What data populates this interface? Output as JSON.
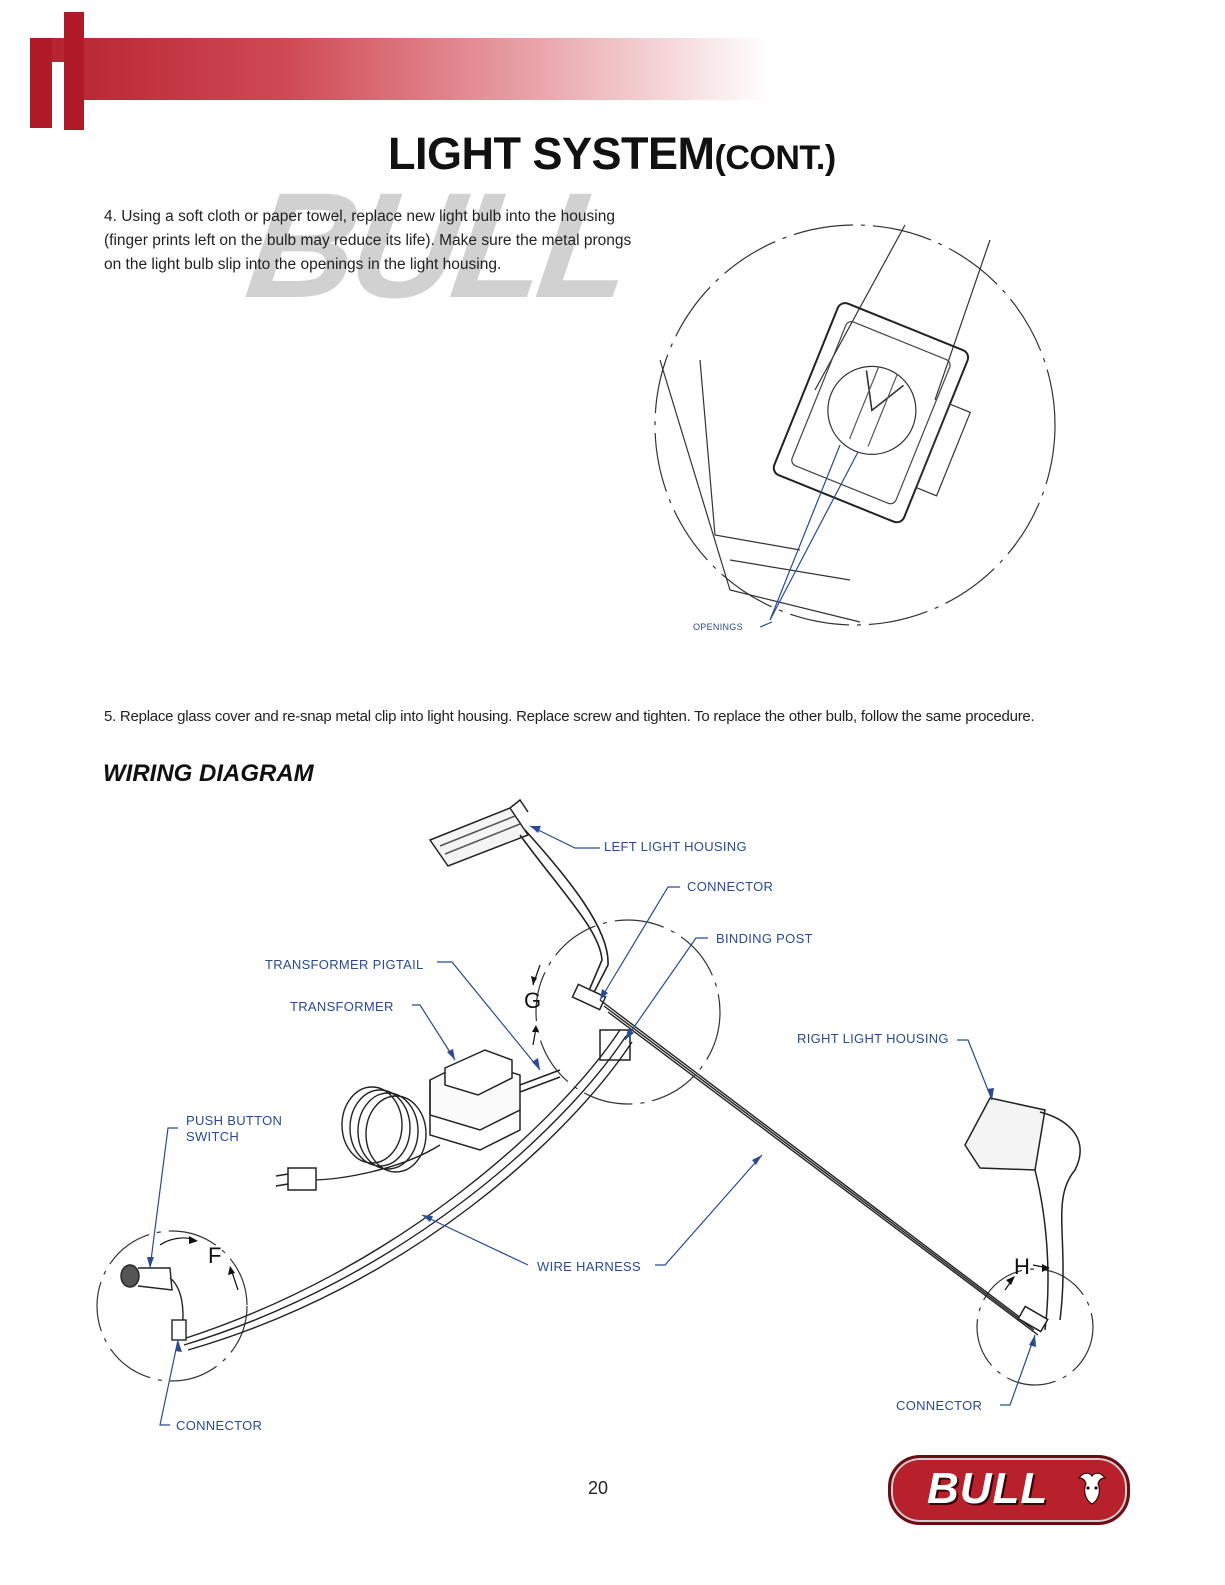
{
  "header": {
    "title": "LIGHT SYSTEM",
    "title_suffix": "(CONT.)",
    "watermark_text": "BULL"
  },
  "steps": {
    "step4": "4. Using a soft cloth or paper towel, replace new light bulb into the housing (finger prints left on the bulb may reduce its life). Make sure the metal prongs on the light bulb slip into the openings in the light housing.",
    "step5": "5. Replace glass cover and re-snap metal clip into light housing. Replace screw and tighten. To replace the other bulb, follow the same procedure."
  },
  "figure_bulb": {
    "openings_label": "OPENINGS"
  },
  "wiring": {
    "section_title": "WIRING DIAGRAM",
    "labels": {
      "left_light_housing": "LEFT LIGHT HOUSING",
      "connector_top": "CONNECTOR",
      "binding_post": "BINDING POST",
      "transformer_pigtail": "TRANSFORMER PIGTAIL",
      "transformer": "TRANSFORMER",
      "right_light_housing": "RIGHT LIGHT HOUSING",
      "push_button_switch_1": "PUSH BUTTON",
      "push_button_switch_2": "SWITCH",
      "wire_harness": "WIRE HARNESS",
      "connector_left": "CONNECTOR",
      "connector_right": "CONNECTOR"
    },
    "detail_letters": {
      "g": "G",
      "f": "F",
      "h": "H"
    }
  },
  "footer": {
    "page_number": "20",
    "logo_text": "BULL"
  },
  "colors": {
    "brand_red": "#b01a28",
    "label_blue": "#2a4a92"
  }
}
